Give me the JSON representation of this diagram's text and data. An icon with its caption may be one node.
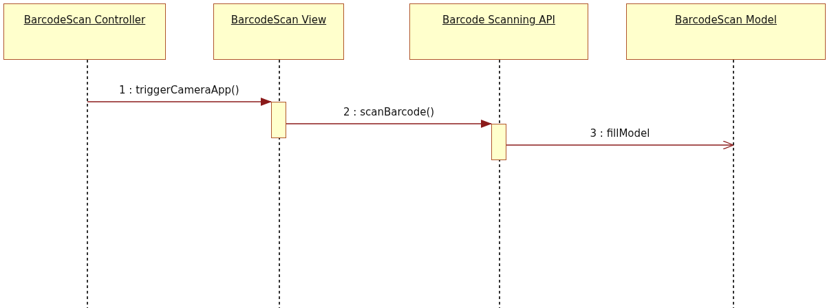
{
  "diagram": {
    "nodes": [
      {
        "text": [
          "BarcodeScan Controller"
        ]
      },
      {
        "text": [
          "BarcodeScan View"
        ]
      },
      {
        "text": [
          "Barcode Scanning API"
        ]
      },
      {
        "text": [
          "BarcodeScan Model"
        ]
      },
      {
        "text": [],
        "shape": "bar",
        "in": 1
      },
      {
        "text": [],
        "shape": "bar",
        "in": 2
      }
    ],
    "edges": [
      {
        "from": 0,
        "to": 4,
        "arrow": "to",
        "label": "1 : triggerCameraApp()"
      },
      {
        "from": 4,
        "to": 5,
        "arrow": "to",
        "label": "2 : scanBarcode()"
      },
      {
        "from": 5,
        "to": 3,
        "arrow": "to",
        "label": "3 : fillModel"
      }
    ]
  }
}
